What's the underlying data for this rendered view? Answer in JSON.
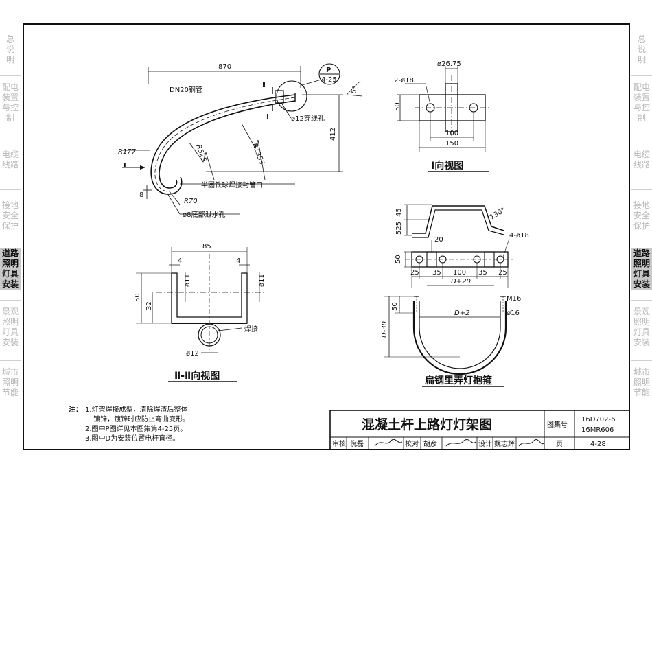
{
  "left_tabs": [
    {
      "label": [
        "总",
        "说",
        "明"
      ],
      "active": false
    },
    {
      "label": [
        "配电",
        "装置",
        "与控",
        "制"
      ],
      "active": false
    },
    {
      "label": [
        "电缆",
        "线路"
      ],
      "active": false
    },
    {
      "label": [
        "接地",
        "安全",
        "保护"
      ],
      "active": false
    },
    {
      "label": [
        "道路",
        "照明",
        "灯具",
        "安装"
      ],
      "active": true
    },
    {
      "label": [
        "景观",
        "照明",
        "灯具",
        "安装"
      ],
      "active": false
    },
    {
      "label": [
        "城市",
        "照明",
        "节能"
      ],
      "active": false
    }
  ],
  "right_tabs": [
    {
      "label": [
        "总",
        "说",
        "明"
      ],
      "active": false
    },
    {
      "label": [
        "配电",
        "装置",
        "与控",
        "制"
      ],
      "active": false
    },
    {
      "label": [
        "电缆",
        "线路"
      ],
      "active": false
    },
    {
      "label": [
        "接地",
        "安全",
        "保护"
      ],
      "active": false
    },
    {
      "label": [
        "道路",
        "照明",
        "灯具",
        "安装"
      ],
      "active": true
    },
    {
      "label": [
        "景观",
        "照明",
        "灯具",
        "安装"
      ],
      "active": false
    },
    {
      "label": [
        "城市",
        "照明",
        "节能"
      ],
      "active": false
    }
  ],
  "bracket": {
    "dim_870": "870",
    "pipe": "DN20钢管",
    "section": "Ⅱ",
    "ref_p": "P",
    "ref_page": "4-25",
    "angle_6": "6°",
    "hole_12": "ø12穿线孔",
    "dim_412": "412",
    "r1355": "R1355",
    "r525": "R525",
    "r177": "R177",
    "view_i": "Ⅰ",
    "ball": "半圆铁球焊接封管口",
    "dim_8": "8",
    "r70": "R70",
    "drain": "ø8底部泄水孔"
  },
  "view1": {
    "title": "Ⅰ向视图",
    "d2675": "ø26.75",
    "holes": "2-ø18",
    "d50": "50",
    "d100": "100",
    "d150": "150"
  },
  "view2": {
    "title": "Ⅱ-Ⅱ向视图",
    "d85": "85",
    "d4a": "4",
    "d4b": "4",
    "d11a": "ø11",
    "d11b": "ø11",
    "d50": "50",
    "d32": "32",
    "weld": "焊接",
    "d12": "ø12"
  },
  "clamp": {
    "title": "扁钢里弄灯抱箍",
    "d45": "45",
    "d525": "525",
    "angle": "130°",
    "holes": "4-ø18",
    "d20": "20",
    "d50": "50",
    "d25a": "25",
    "d35a": "35",
    "d100": "100",
    "d35b": "35",
    "d25b": "25",
    "dd20": "D+20",
    "d50b": "50",
    "m16": "M16",
    "dd2": "D+2",
    "d16": "ø16",
    "dd30": "D-30"
  },
  "notes": {
    "head": "注：",
    "lines": [
      "1.灯架焊接成型，清除焊渣后整体",
      "镀锌，镀锌时应防止弯曲变形。",
      "2.图中P图详见本图集第4-25页。",
      "3.图中D为安装位置电杆直径。"
    ]
  },
  "title_block": {
    "title": "混凝土杆上路灯灯架图",
    "atlas_label": "图集号",
    "atlas_no1": "16D702-6",
    "atlas_no2": "16MR606",
    "review": "审核",
    "reviewer": "倪磊",
    "check": "校对",
    "checker": "胡彦",
    "design": "设计",
    "designer": "魏志辉",
    "page_label": "页",
    "page_no": "4-28"
  }
}
